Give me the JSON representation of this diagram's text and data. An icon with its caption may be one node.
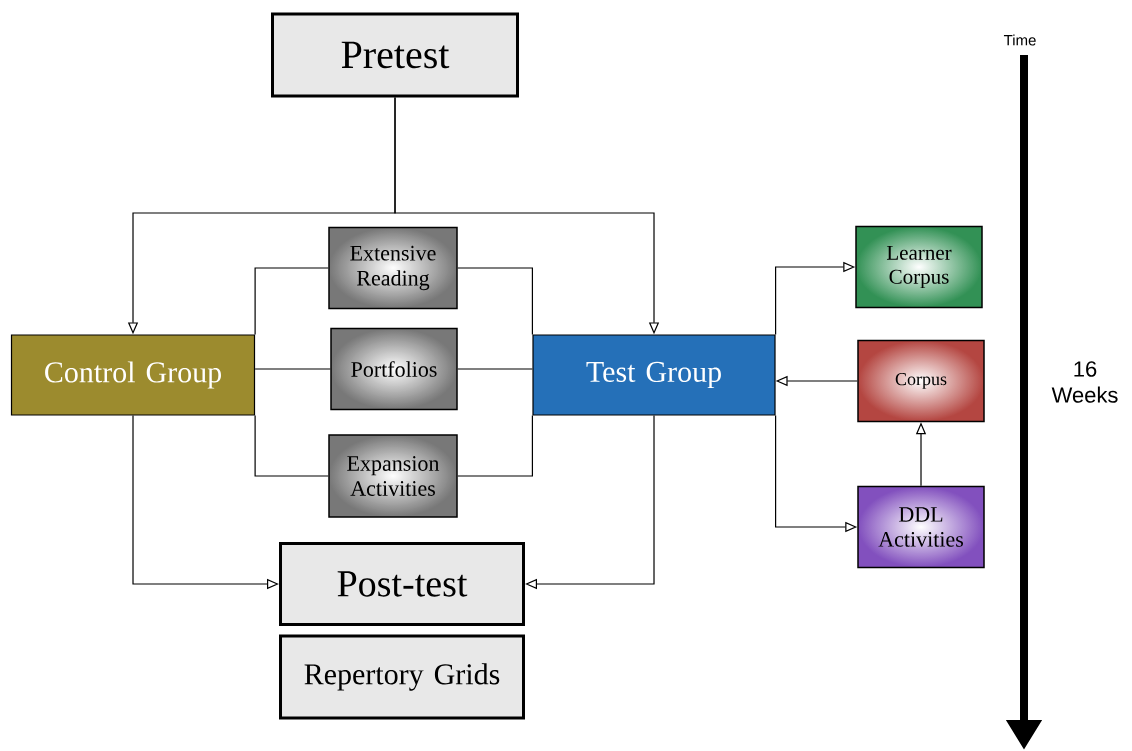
{
  "diagram": {
    "nodes": [
      {
        "text": [
          "Pretest"
        ]
      },
      {
        "text": [
          "Control Group"
        ]
      },
      {
        "text": [
          "Extensive Reading"
        ]
      },
      {
        "text": [
          "Portfolios"
        ]
      },
      {
        "text": [
          "Expansion Activities"
        ]
      },
      {
        "text": [
          "Test Group"
        ]
      },
      {
        "text": [
          "Learner Corpus"
        ]
      },
      {
        "text": [
          "Corpus"
        ]
      },
      {
        "text": [
          "DDL Activities"
        ]
      },
      {
        "text": [
          "Post-test"
        ]
      },
      {
        "text": [
          "Repertory Grids"
        ]
      }
    ],
    "edges": [
      {
        "from": 0,
        "to": 1,
        "arrow": "to"
      },
      {
        "from": 0,
        "to": 5,
        "arrow": "to"
      },
      {
        "from": 1,
        "to": 2,
        "arrow": "none"
      },
      {
        "from": 1,
        "to": 3,
        "arrow": "none"
      },
      {
        "from": 1,
        "to": 4,
        "arrow": "none"
      },
      {
        "from": 2,
        "to": 5,
        "arrow": "none"
      },
      {
        "from": 3,
        "to": 5,
        "arrow": "none"
      },
      {
        "from": 4,
        "to": 5,
        "arrow": "none"
      },
      {
        "from": 5,
        "to": 6,
        "arrow": "to"
      },
      {
        "from": 7,
        "to": 5,
        "arrow": "to"
      },
      {
        "from": 5,
        "to": 8,
        "arrow": "to"
      },
      {
        "from": 8,
        "to": 7,
        "arrow": "to"
      },
      {
        "from": 1,
        "to": 9,
        "arrow": "to"
      },
      {
        "from": 5,
        "to": 9,
        "arrow": "to"
      }
    ],
    "labels": [
      "Time",
      "16 Weeks"
    ]
  }
}
